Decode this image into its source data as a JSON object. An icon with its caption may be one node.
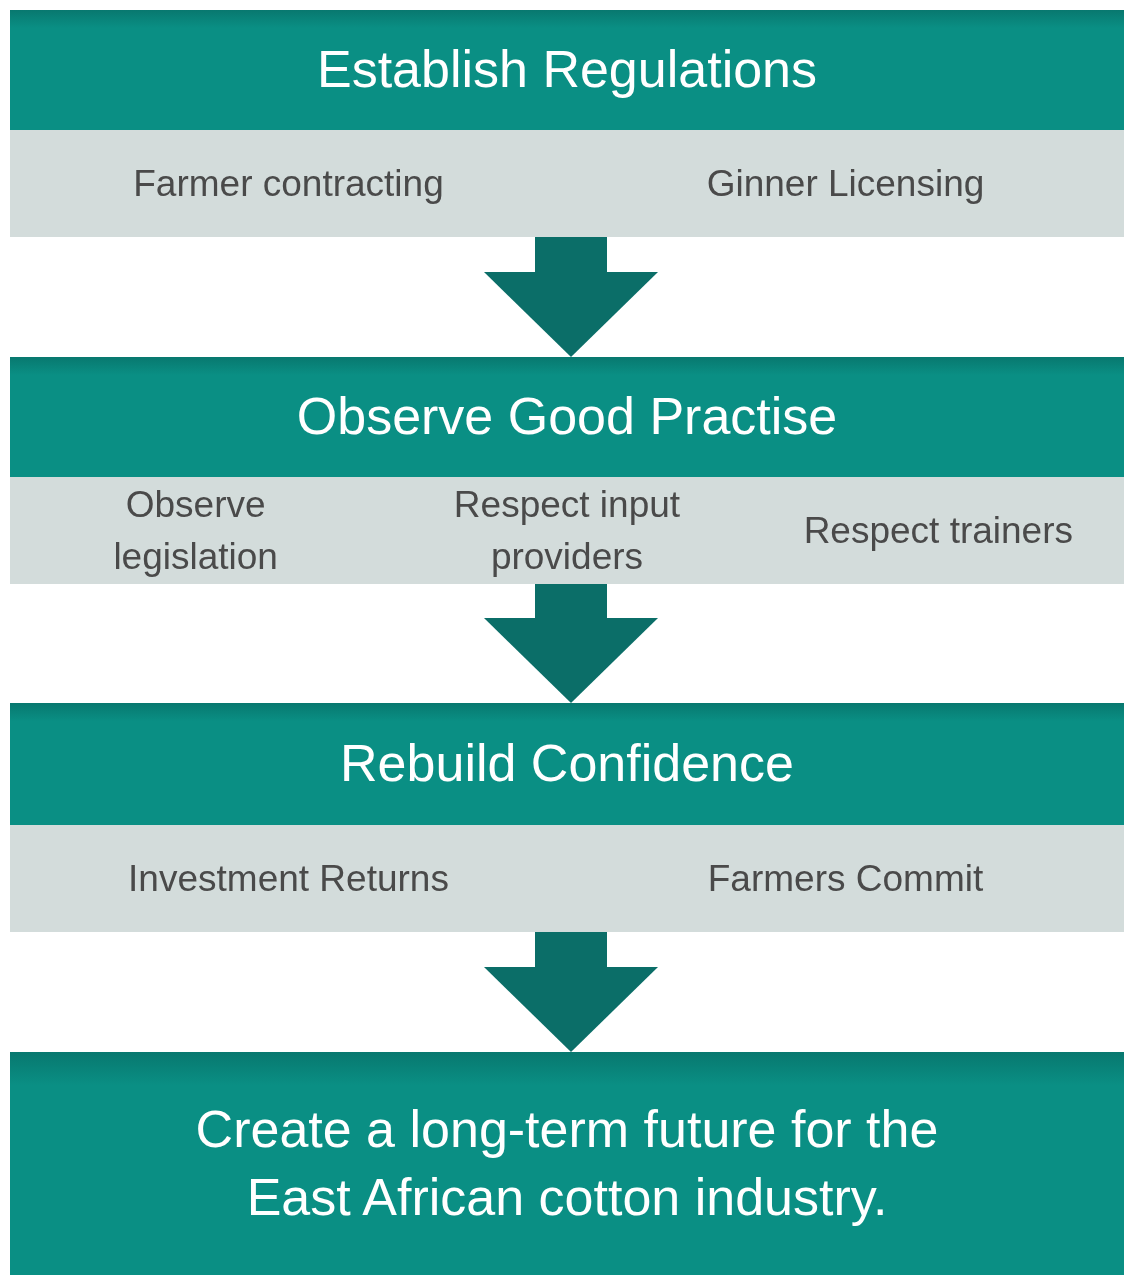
{
  "diagram": {
    "nodes": [
      {
        "text": [
          "Establish Regulations"
        ]
      },
      {
        "text": [
          "Farmer contracting",
          "Ginner Licensing"
        ]
      },
      {
        "text": [
          "Observe Good Practise"
        ]
      },
      {
        "text": [
          "Observe legislation",
          "Respect input providers",
          "Respect trainers"
        ]
      },
      {
        "text": [
          "Rebuild Confidence"
        ]
      },
      {
        "text": [
          "Investment Returns",
          "Farmers Commit"
        ]
      },
      {
        "text": [
          "Create a long-term future for the East African cotton industry."
        ]
      }
    ],
    "edges": [
      {
        "from": 1,
        "to": 2,
        "arrow": "to"
      },
      {
        "from": 3,
        "to": 4,
        "arrow": "to"
      },
      {
        "from": 5,
        "to": 6,
        "arrow": "to"
      }
    ]
  }
}
